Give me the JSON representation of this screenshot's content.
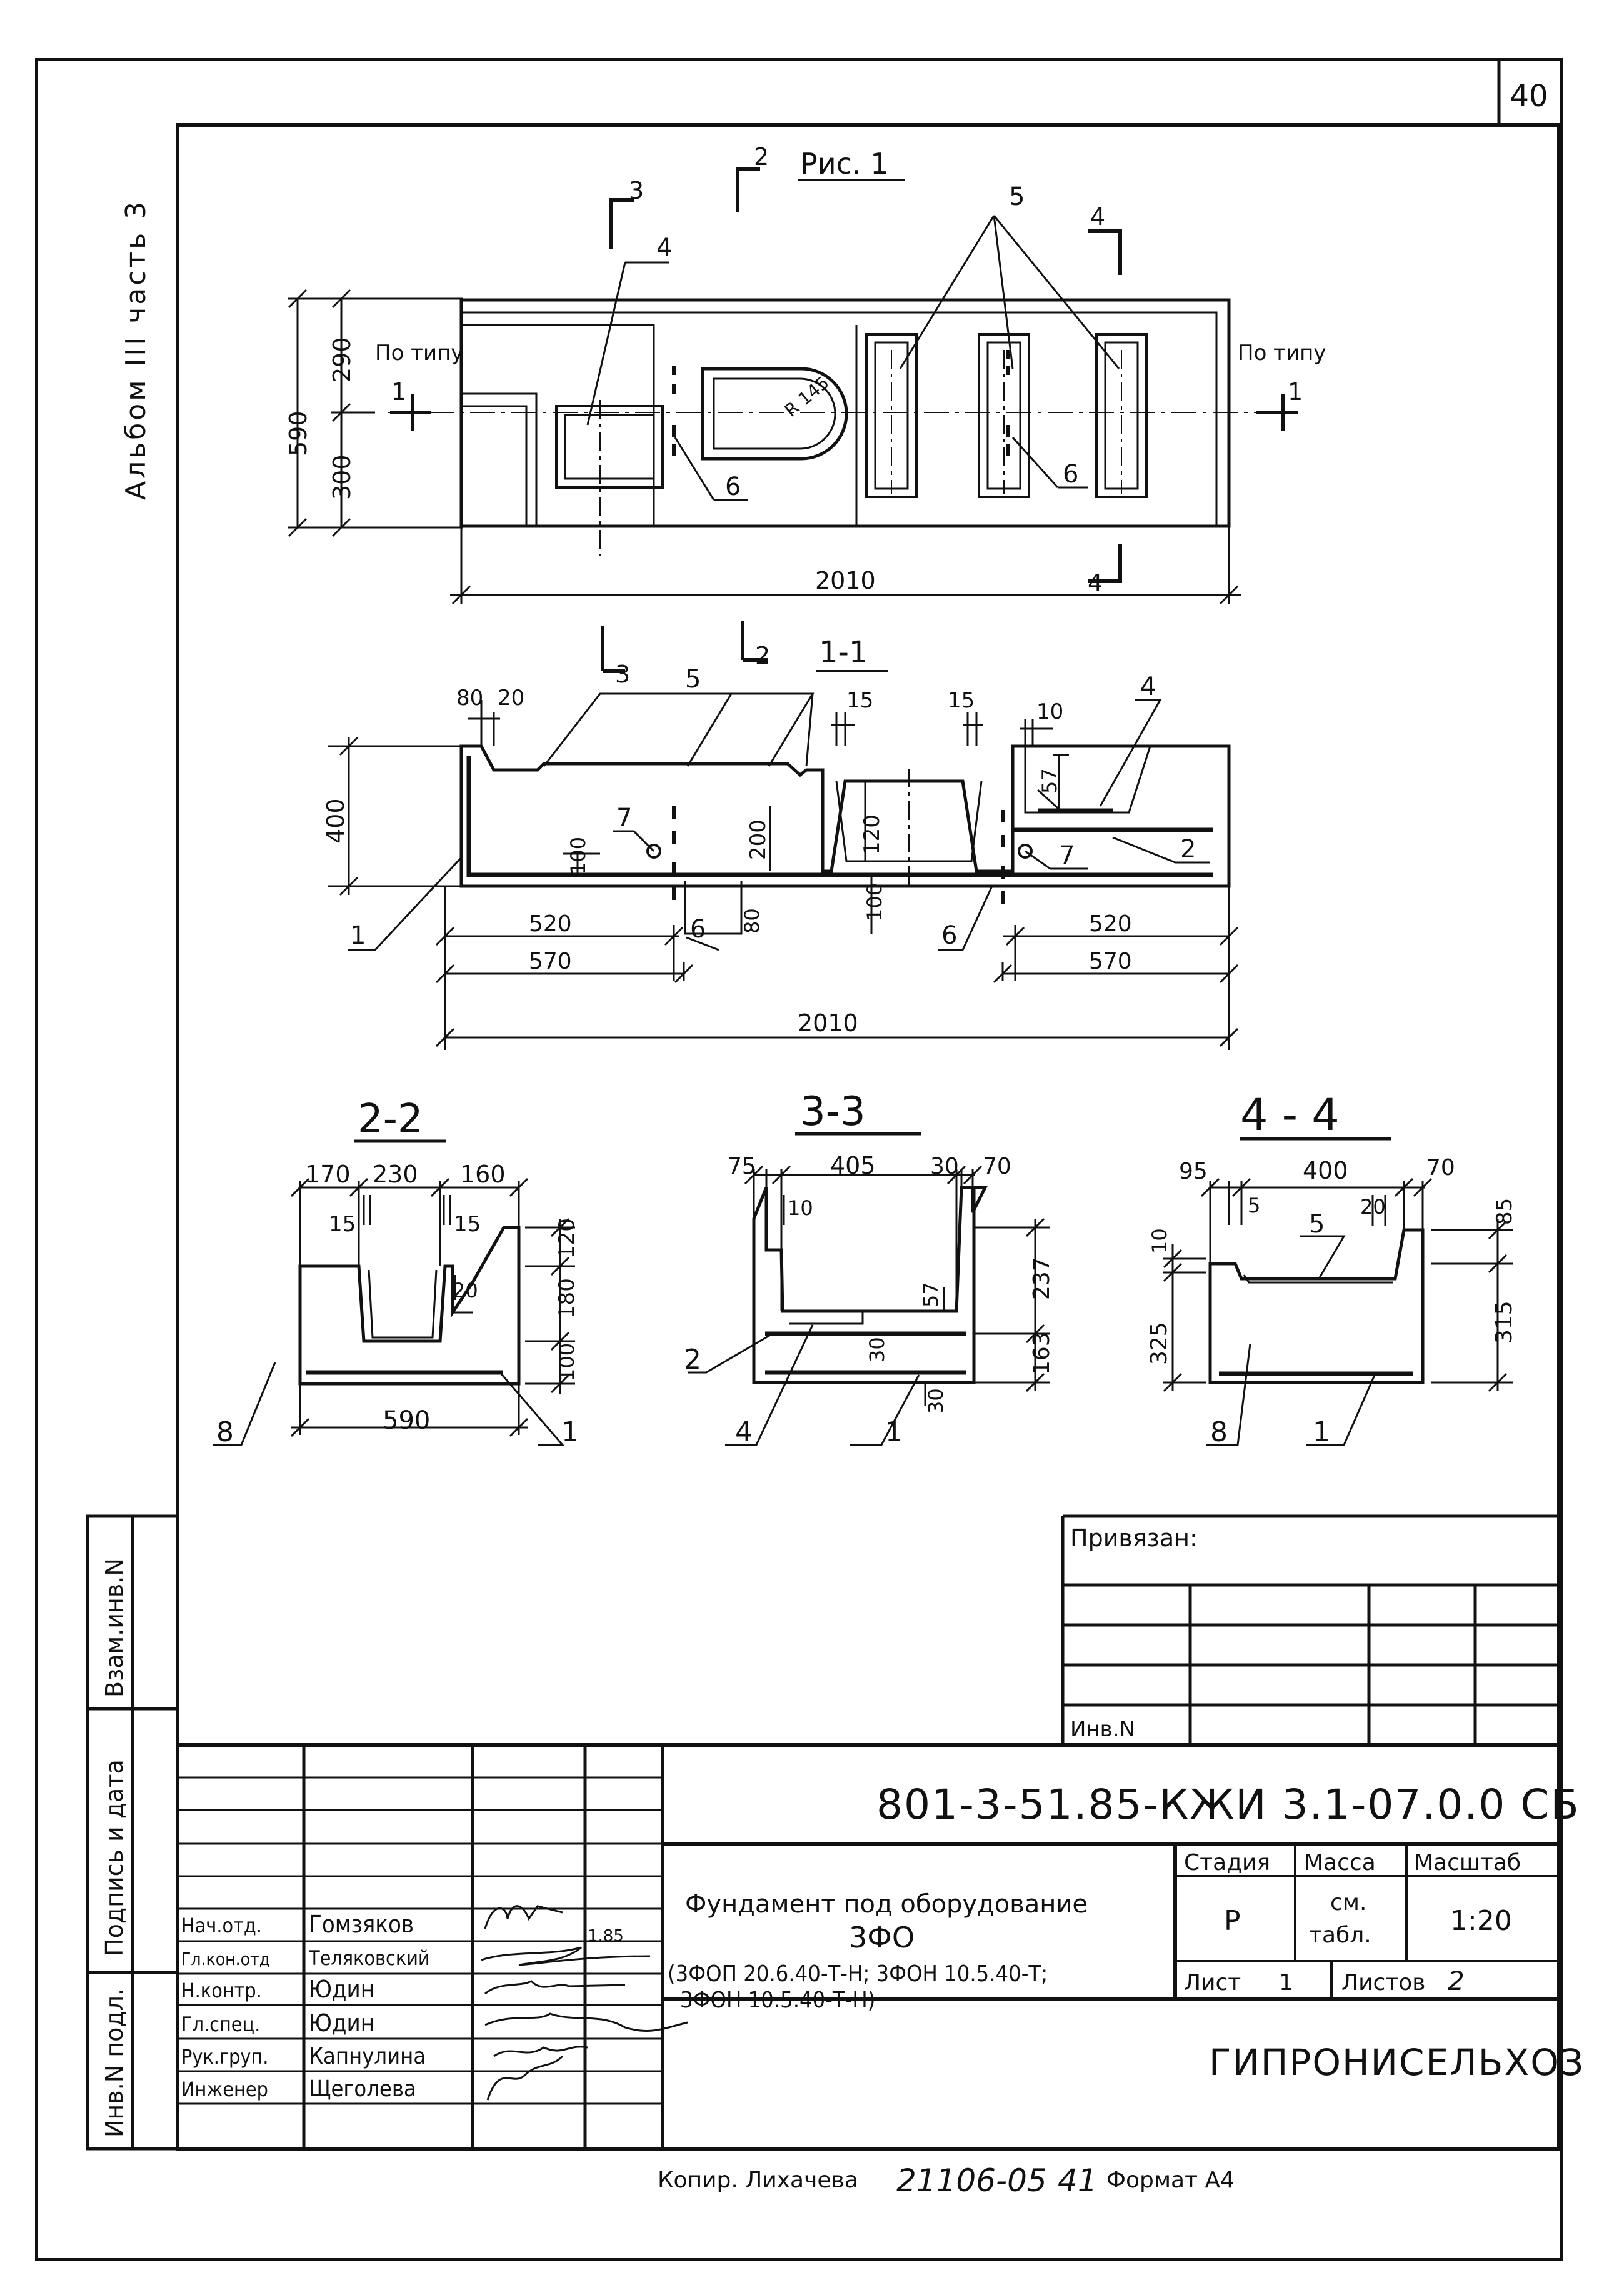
{
  "sheet_number": "40",
  "side_caption": "Альбом III часть 3",
  "figure_title": "Рис. 1",
  "plan": {
    "dim_total_length": "2010",
    "dim_total_width": "590",
    "dim_top_part": "290",
    "dim_bottom_part": "300",
    "radius_label": "R 145",
    "po_tipu_left": "По типу",
    "po_tipu_right": "По типу",
    "cut_1_left": "1",
    "cut_1_right": "1",
    "cut_2": "2",
    "cut_3": "3",
    "cut_4_top": "4",
    "cut_4_bottom": "4",
    "callout_4": "4",
    "callout_5": "5",
    "callout_6a": "6",
    "callout_6b": "6"
  },
  "section_1_1": {
    "title": "1-1",
    "cut_3": "3",
    "cut_2": "2",
    "dim_80": "80",
    "dim_20": "20",
    "dim_15a": "15",
    "dim_15b": "15",
    "dim_10": "10",
    "dim_57": "57",
    "dim_400": "400",
    "dim_100a": "100",
    "dim_200": "200",
    "dim_120": "120",
    "dim_100b": "100",
    "dim_80b": "80",
    "dim_520a": "520",
    "dim_570a": "570",
    "dim_520b": "520",
    "dim_570b": "570",
    "dim_total": "2010",
    "callout_1": "1",
    "callout_2": "2",
    "callout_4": "4",
    "callout_5": "5",
    "callout_6a": "6",
    "callout_6b": "6",
    "callout_7a": "7",
    "callout_7b": "7"
  },
  "section_2_2": {
    "title": "2-2",
    "dim_170": "170",
    "dim_230": "230",
    "dim_160": "160",
    "dim_15a": "15",
    "dim_15b": "15",
    "dim_20": "20",
    "dim_120": "120",
    "dim_180": "180",
    "dim_100": "100",
    "dim_590": "590",
    "callout_8": "8",
    "callout_1": "1"
  },
  "section_3_3": {
    "title": "3-3",
    "dim_75": "75",
    "dim_405": "405",
    "dim_30a": "30",
    "dim_70": "70",
    "dim_10": "10",
    "dim_57": "57",
    "dim_30b": "30",
    "dim_30c": "30",
    "dim_237": "237",
    "dim_163": "163",
    "callout_2": "2",
    "callout_4": "4",
    "callout_1": "1"
  },
  "section_4_4": {
    "title": "4 - 4",
    "dim_95": "95",
    "dim_400": "400",
    "dim_70": "70",
    "dim_5": "5",
    "dim_20": "20",
    "dim_85": "85",
    "dim_10": "10",
    "dim_325": "325",
    "dim_315": "315",
    "callout_5": "5",
    "callout_8": "8",
    "callout_1": "1"
  },
  "binding_block": {
    "privyazan": "Привязан:",
    "inv_n": "Инв.N"
  },
  "left_stamp": {
    "vzam_inv": "Взам.инв.N",
    "podpis_data": "Подпись и дата",
    "inv_podl": "Инв.N подл."
  },
  "title_block": {
    "doc_code": "801-3-51.85-КЖИ 3.1-07.0.0 СБ",
    "roles": [
      "Нач.отд.",
      "Гл.кон.отд",
      "Н.контр.",
      "Гл.спец.",
      "Рук.груп.",
      "Инженер"
    ],
    "names": [
      "Гомзяков",
      "Теляковский",
      "Юдин",
      "Юдин",
      "Капнулина",
      "Щеголева"
    ],
    "sign_date": "1.85",
    "title_line1": "Фундамент под оборудование",
    "title_line2": "3ФО",
    "title_line3": "(3ФОП 20.6.40-Т-Н; 3ФОН 10.5.40-Т;",
    "title_line4": "3ФОН 10.5.40-Т-Н)",
    "stadiya_label": "Стадия",
    "massa_label": "Масса",
    "masshtab_label": "Масштаб",
    "stadiya_value": "Р",
    "massa_value_1": "см.",
    "massa_value_2": "табл.",
    "masshtab_value": "1:20",
    "list_label": "Лист",
    "list_value": "1",
    "listov_label": "Листов",
    "listov_value": "2",
    "organization": "ГИПРОНИСЕЛЬХОЗ"
  },
  "footer": {
    "kopir": "Копир. Лихачева",
    "code": "21106-05",
    "sheet_no": "41",
    "format": "Формат А4"
  }
}
